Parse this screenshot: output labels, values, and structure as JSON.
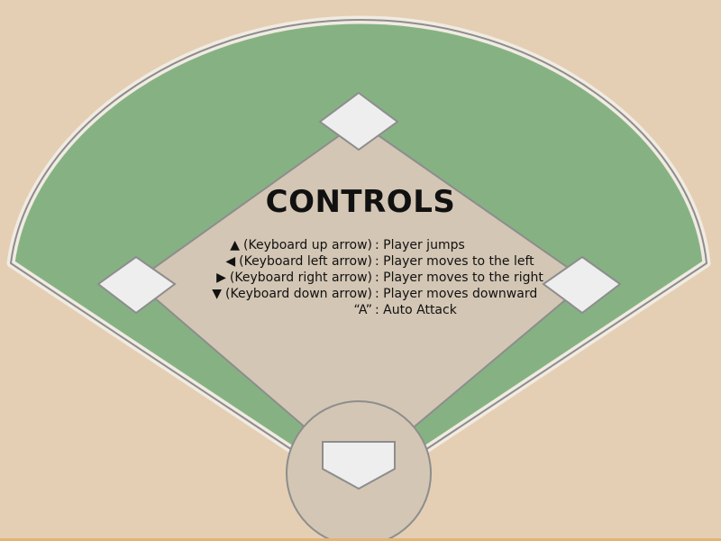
{
  "screen": {
    "title": "CONTROLS"
  },
  "controls": [
    {
      "icon": "up-arrow-icon",
      "glyph": "▲",
      "key": "(Keyboard up arrow)",
      "description": ": Player jumps"
    },
    {
      "icon": "left-arrow-icon",
      "glyph": "◀",
      "key": "(Keyboard left arrow)",
      "description": ": Player moves to the left"
    },
    {
      "icon": "right-arrow-icon",
      "glyph": "▶",
      "key": "(Keyboard right arrow)",
      "description": ": Player moves to the right"
    },
    {
      "icon": "down-arrow-icon",
      "glyph": "▼",
      "key": "(Keyboard down arrow)",
      "description": ": Player moves downward"
    },
    {
      "icon": "",
      "glyph": "",
      "key": "“A”",
      "description": ": Auto Attack"
    }
  ],
  "colors": {
    "background": "#e4cfb4",
    "outfield": "#86b283",
    "infield": "#d3c6b4",
    "base": "#eeeeee",
    "outline": "#8d8d8d"
  }
}
